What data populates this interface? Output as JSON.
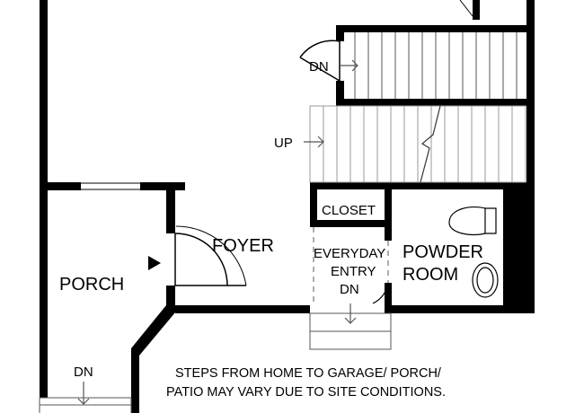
{
  "rooms": {
    "foyer": "FOYER",
    "porch": "PORCH",
    "closet": "CLOSET",
    "everyday_entry_line1": "EVERYDAY",
    "everyday_entry_line2": "ENTRY",
    "powder_room_line1": "POWDER",
    "powder_room_line2": "ROOM"
  },
  "stairs": {
    "down_upper": "DN",
    "up": "UP",
    "down_entry": "DN",
    "down_porch": "DN"
  },
  "note": {
    "line1": "STEPS FROM HOME TO GARAGE/ PORCH/",
    "line2": "PATIO MAY VARY DUE TO SITE CONDITIONS."
  }
}
